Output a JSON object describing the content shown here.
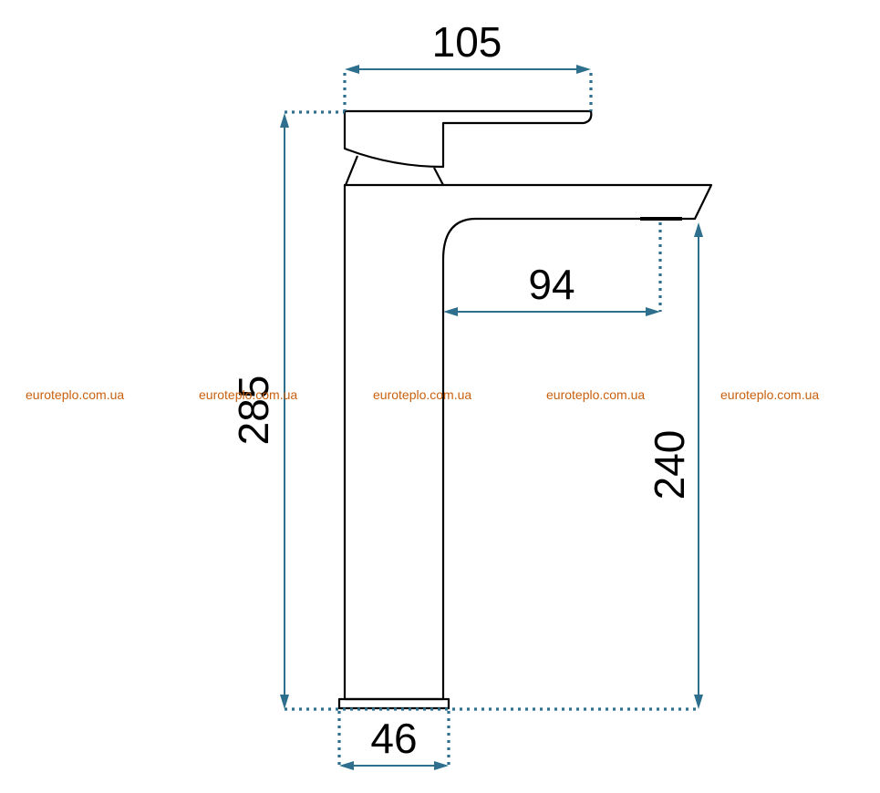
{
  "dimensions": {
    "width_top": "105",
    "total_height": "285",
    "spout_reach": "94",
    "spout_height": "240",
    "base_width": "46"
  },
  "watermark": {
    "text": "euroteplo.com.ua",
    "repeat_count": 5
  },
  "colors": {
    "dimension_line": "#2d6f8c",
    "outline": "#000000",
    "watermark": "#c8600e"
  }
}
